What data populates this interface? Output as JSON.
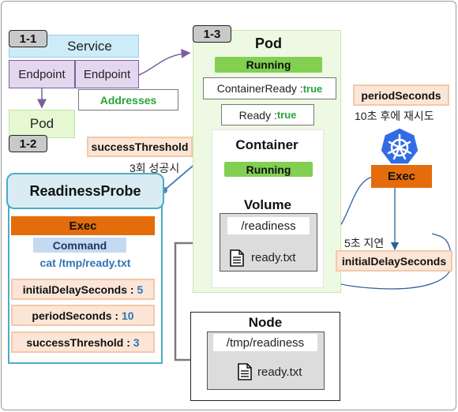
{
  "tags": {
    "t1": "1-1",
    "t2": "1-2",
    "t3": "1-3"
  },
  "service": {
    "label": "Service",
    "endpoint1": "Endpoint",
    "endpoint2": "Endpoint",
    "addresses": "Addresses"
  },
  "pod_small": {
    "label": "Pod"
  },
  "pod": {
    "title": "Pod",
    "status": "Running",
    "container_ready_label": "ContainerReady : ",
    "container_ready_value": "true",
    "ready_label": "Ready : ",
    "ready_value": "true",
    "container": {
      "title": "Container",
      "status": "Running"
    },
    "volume": {
      "title": "Volume",
      "path": "/readiness",
      "file": "ready.txt"
    }
  },
  "success_threshold_top": {
    "label": "successThreshold",
    "note": "3회 성공시"
  },
  "readiness_probe": {
    "title": "ReadinessProbe",
    "exec": "Exec",
    "command_label": "Command",
    "command": "cat /tmp/ready.txt",
    "params": [
      {
        "name": "initialDelaySeconds",
        "sep": " : ",
        "value": "5"
      },
      {
        "name": "periodSeconds",
        "sep": " : ",
        "value": "10"
      },
      {
        "name": "successThreshold",
        "sep": " : ",
        "value": "3"
      }
    ]
  },
  "right": {
    "period_seconds": "periodSeconds",
    "retry_note": "10초 후에 재시도",
    "exec": "Exec",
    "delay_note": "5초 지연",
    "initial_delay": "initialDelaySeconds"
  },
  "node": {
    "title": "Node",
    "path": "/tmp/readiness",
    "file": "ready.txt"
  },
  "colors": {
    "accent_green": "#27a53a",
    "value_blue": "#2e74b5",
    "exec_orange": "#e46c0a",
    "k8s_blue": "#326ce5"
  }
}
